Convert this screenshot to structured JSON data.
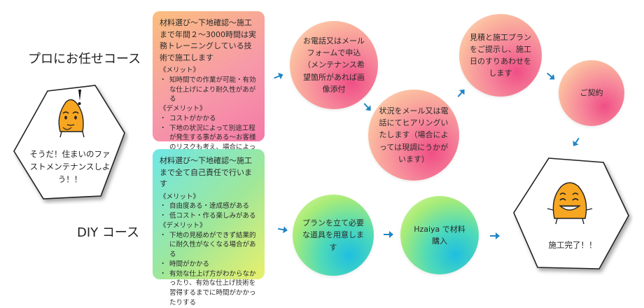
{
  "pro_course": {
    "label": "プロにお任せコース",
    "box": {
      "intro": "材料選び〜下地確認〜施工まで年間２〜3000時間は実務トレーニングしている技術で施工します",
      "merit_header": "《メリット》",
      "merits": [
        "知時間での作業が可能・有効な仕上げにより耐久性があがる"
      ],
      "demerit_header": "《デメリット》",
      "demerits": [
        "コストがかかる",
        "下地の状況によって別途工程が発生する事がある〜お客様のリスクも考え、場合によってはお断りする事もある"
      ]
    },
    "steps": [
      "お電話又はメールフォームで申込（メンテナンス希望箇所があれば画像添付",
      "状況をメール又は電話にてヒアリングいたします（場合によっては現調にうかがいます）",
      "見積と施工プランをご提示し、施工日のすりあわせをします",
      "ご契約"
    ]
  },
  "diy_course": {
    "label": "DIY コース",
    "box": {
      "intro": "材料選び〜下地確認〜施工まで全て自己責任で行います",
      "merit_header": "《メリット》",
      "merits": [
        "自由度ある・達成感がある",
        "低コスト・作る楽しみがある"
      ],
      "demerit_header": "《デメリット》",
      "demerits": [
        "下地の見極めができず結果的に耐久性がなくなる場合がある",
        "時間がかかる",
        "有効な仕上げ方がわからなかったり、有効な仕上げ技術を習得するまでに時間がかかったりする"
      ]
    },
    "steps": [
      "プランを立て必要な道具を用意します",
      "Hzaiya で材料購入"
    ]
  },
  "start": {
    "text": "そうだ！住まいのファストメンテナンスしよう！！",
    "icon": "thinking-character-icon"
  },
  "end": {
    "text": "施工完了！！",
    "icon": "laughing-character-icon"
  },
  "colors": {
    "arrow": "#1f84c6",
    "hex_border": "#222222"
  }
}
